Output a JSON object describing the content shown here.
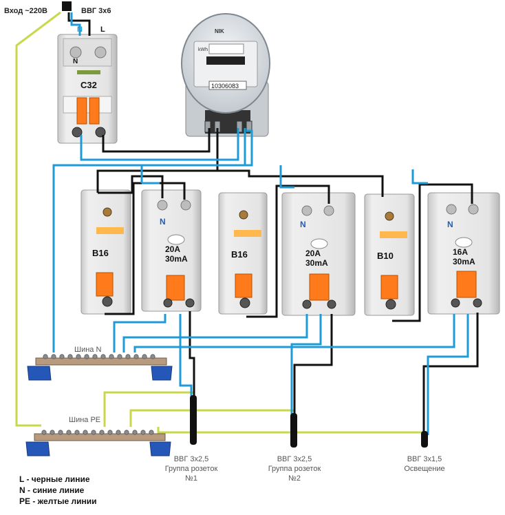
{
  "labels": {
    "input": "Вход ~220В",
    "input_cable": "ВВГ 3х6",
    "feed_n": "N",
    "feed_l": "L",
    "bus_n": "Шина N",
    "bus_pe": "Шина РЕ"
  },
  "main_breaker": {
    "rating": "C32",
    "n_mark": "N"
  },
  "meter": {
    "brand": "NIK",
    "reading": "10306083",
    "unit": "kWh"
  },
  "devices": [
    {
      "kind": "breaker",
      "rating": "B16"
    },
    {
      "kind": "rcd",
      "rating": "20A",
      "leak": "30mA",
      "n_mark": "N"
    },
    {
      "kind": "breaker",
      "rating": "B16"
    },
    {
      "kind": "rcd",
      "rating": "20A",
      "leak": "30mA",
      "n_mark": "N"
    },
    {
      "kind": "breaker",
      "rating": "B10"
    },
    {
      "kind": "rcd",
      "rating": "16A",
      "leak": "30mA",
      "n_mark": "N"
    }
  ],
  "outputs": [
    {
      "cable": "ВВГ 3х2,5",
      "group": "Группа розеток",
      "num": "№1"
    },
    {
      "cable": "ВВГ 3х2,5",
      "group": "Группа розеток",
      "num": "№2"
    },
    {
      "cable": "ВВГ 3х1,5",
      "group": "Освещение",
      "num": ""
    }
  ],
  "legend": [
    "L - черные линие",
    "N - синие линие",
    "PE - желтые линии"
  ],
  "colors": {
    "L": "#111111",
    "N": "#1e9bd7",
    "PE": "#c8d84a",
    "handle": "#ff7a1a",
    "body": "#e6e6e6"
  }
}
